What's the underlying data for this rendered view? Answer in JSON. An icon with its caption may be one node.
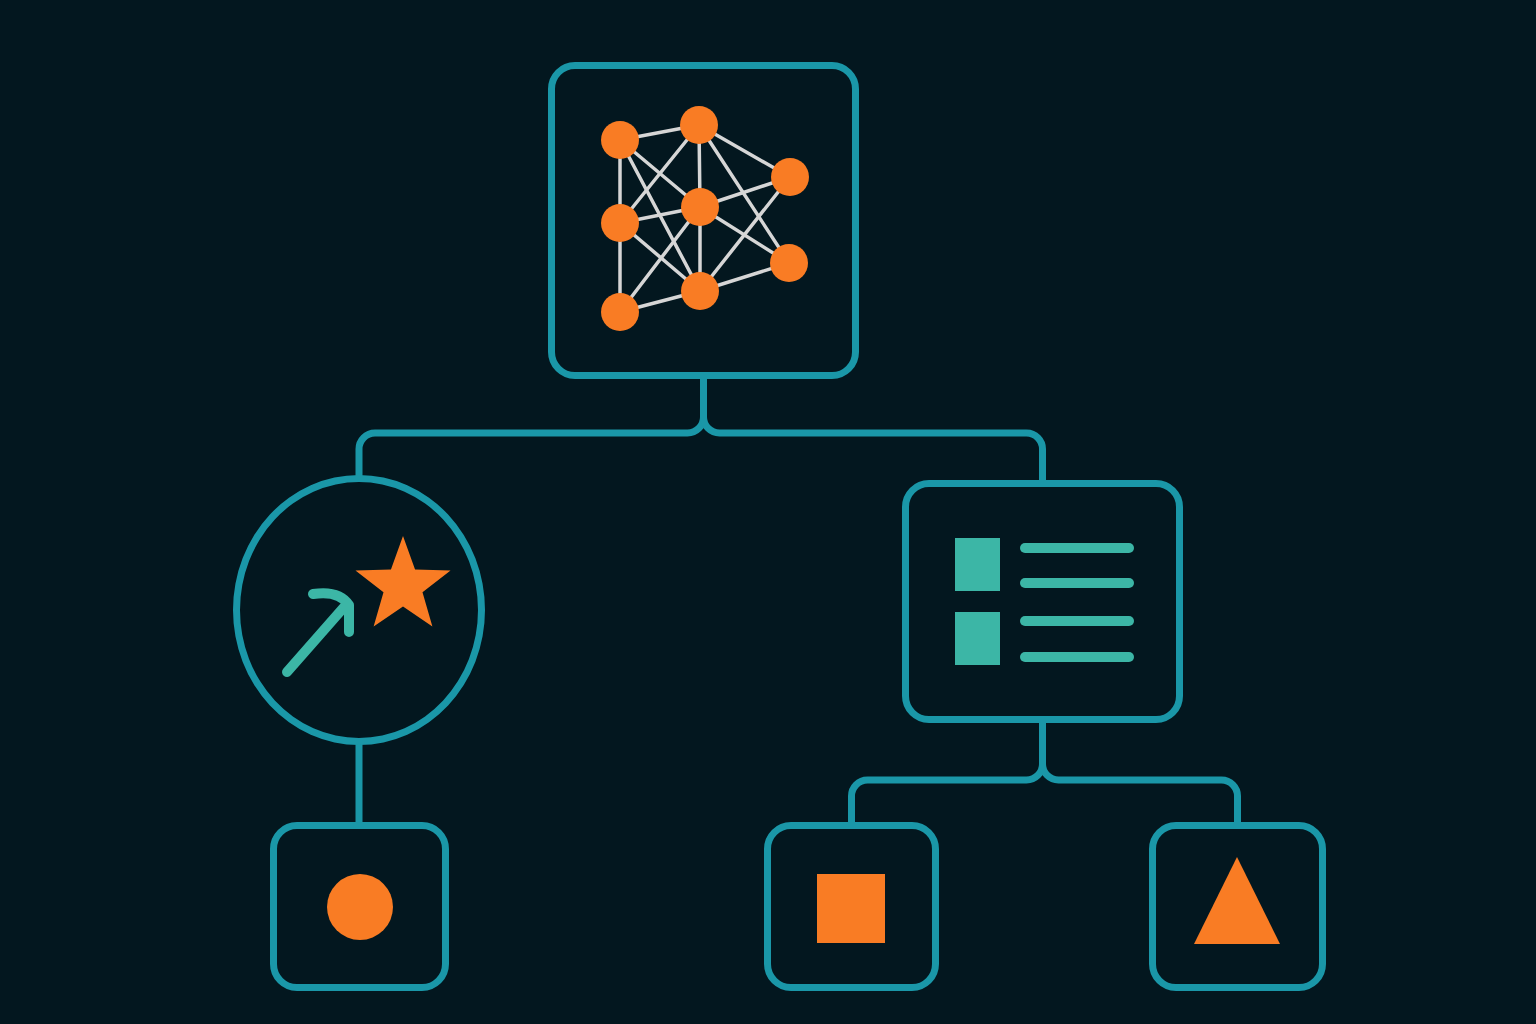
{
  "diagram": {
    "nodes": [
      {
        "text": [],
        "shape": "box"
      },
      {
        "text": [],
        "shape": "circle"
      },
      {
        "text": [],
        "shape": "box"
      },
      {
        "text": [],
        "shape": "box"
      },
      {
        "text": [],
        "shape": "box"
      },
      {
        "text": [],
        "shape": "box"
      }
    ],
    "edges": [
      {
        "from": 0,
        "to": 1,
        "arrow": "none"
      },
      {
        "from": 0,
        "to": 2,
        "arrow": "none"
      },
      {
        "from": 1,
        "to": 3,
        "arrow": "none"
      },
      {
        "from": 2,
        "to": 4,
        "arrow": "none"
      },
      {
        "from": 2,
        "to": 5,
        "arrow": "none"
      }
    ]
  }
}
